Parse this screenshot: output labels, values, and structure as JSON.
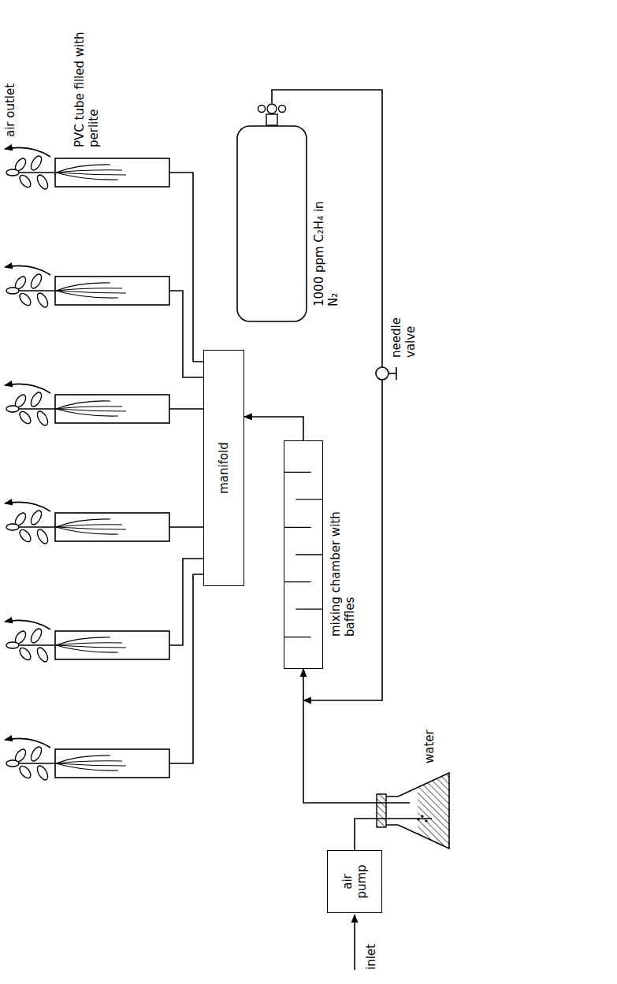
{
  "diagram": {
    "nodes": [
      {
        "text": [
          "air pump"
        ]
      },
      {
        "text": [
          "mixing chamber with baffles"
        ]
      },
      {
        "text": [
          "manifold"
        ]
      },
      {
        "text": [
          "1000 ppm C₂H₄ in N₂"
        ]
      }
    ],
    "edges": [
      {
        "from": 0,
        "to": 1,
        "arrow": "to"
      },
      {
        "from": 3,
        "to": 1,
        "arrow": "to"
      },
      {
        "from": 1,
        "to": 2,
        "arrow": "to"
      }
    ],
    "labels": [
      "air outlet",
      "PVC tube filled with perlite",
      "needle valve",
      "water",
      "inlet"
    ]
  }
}
